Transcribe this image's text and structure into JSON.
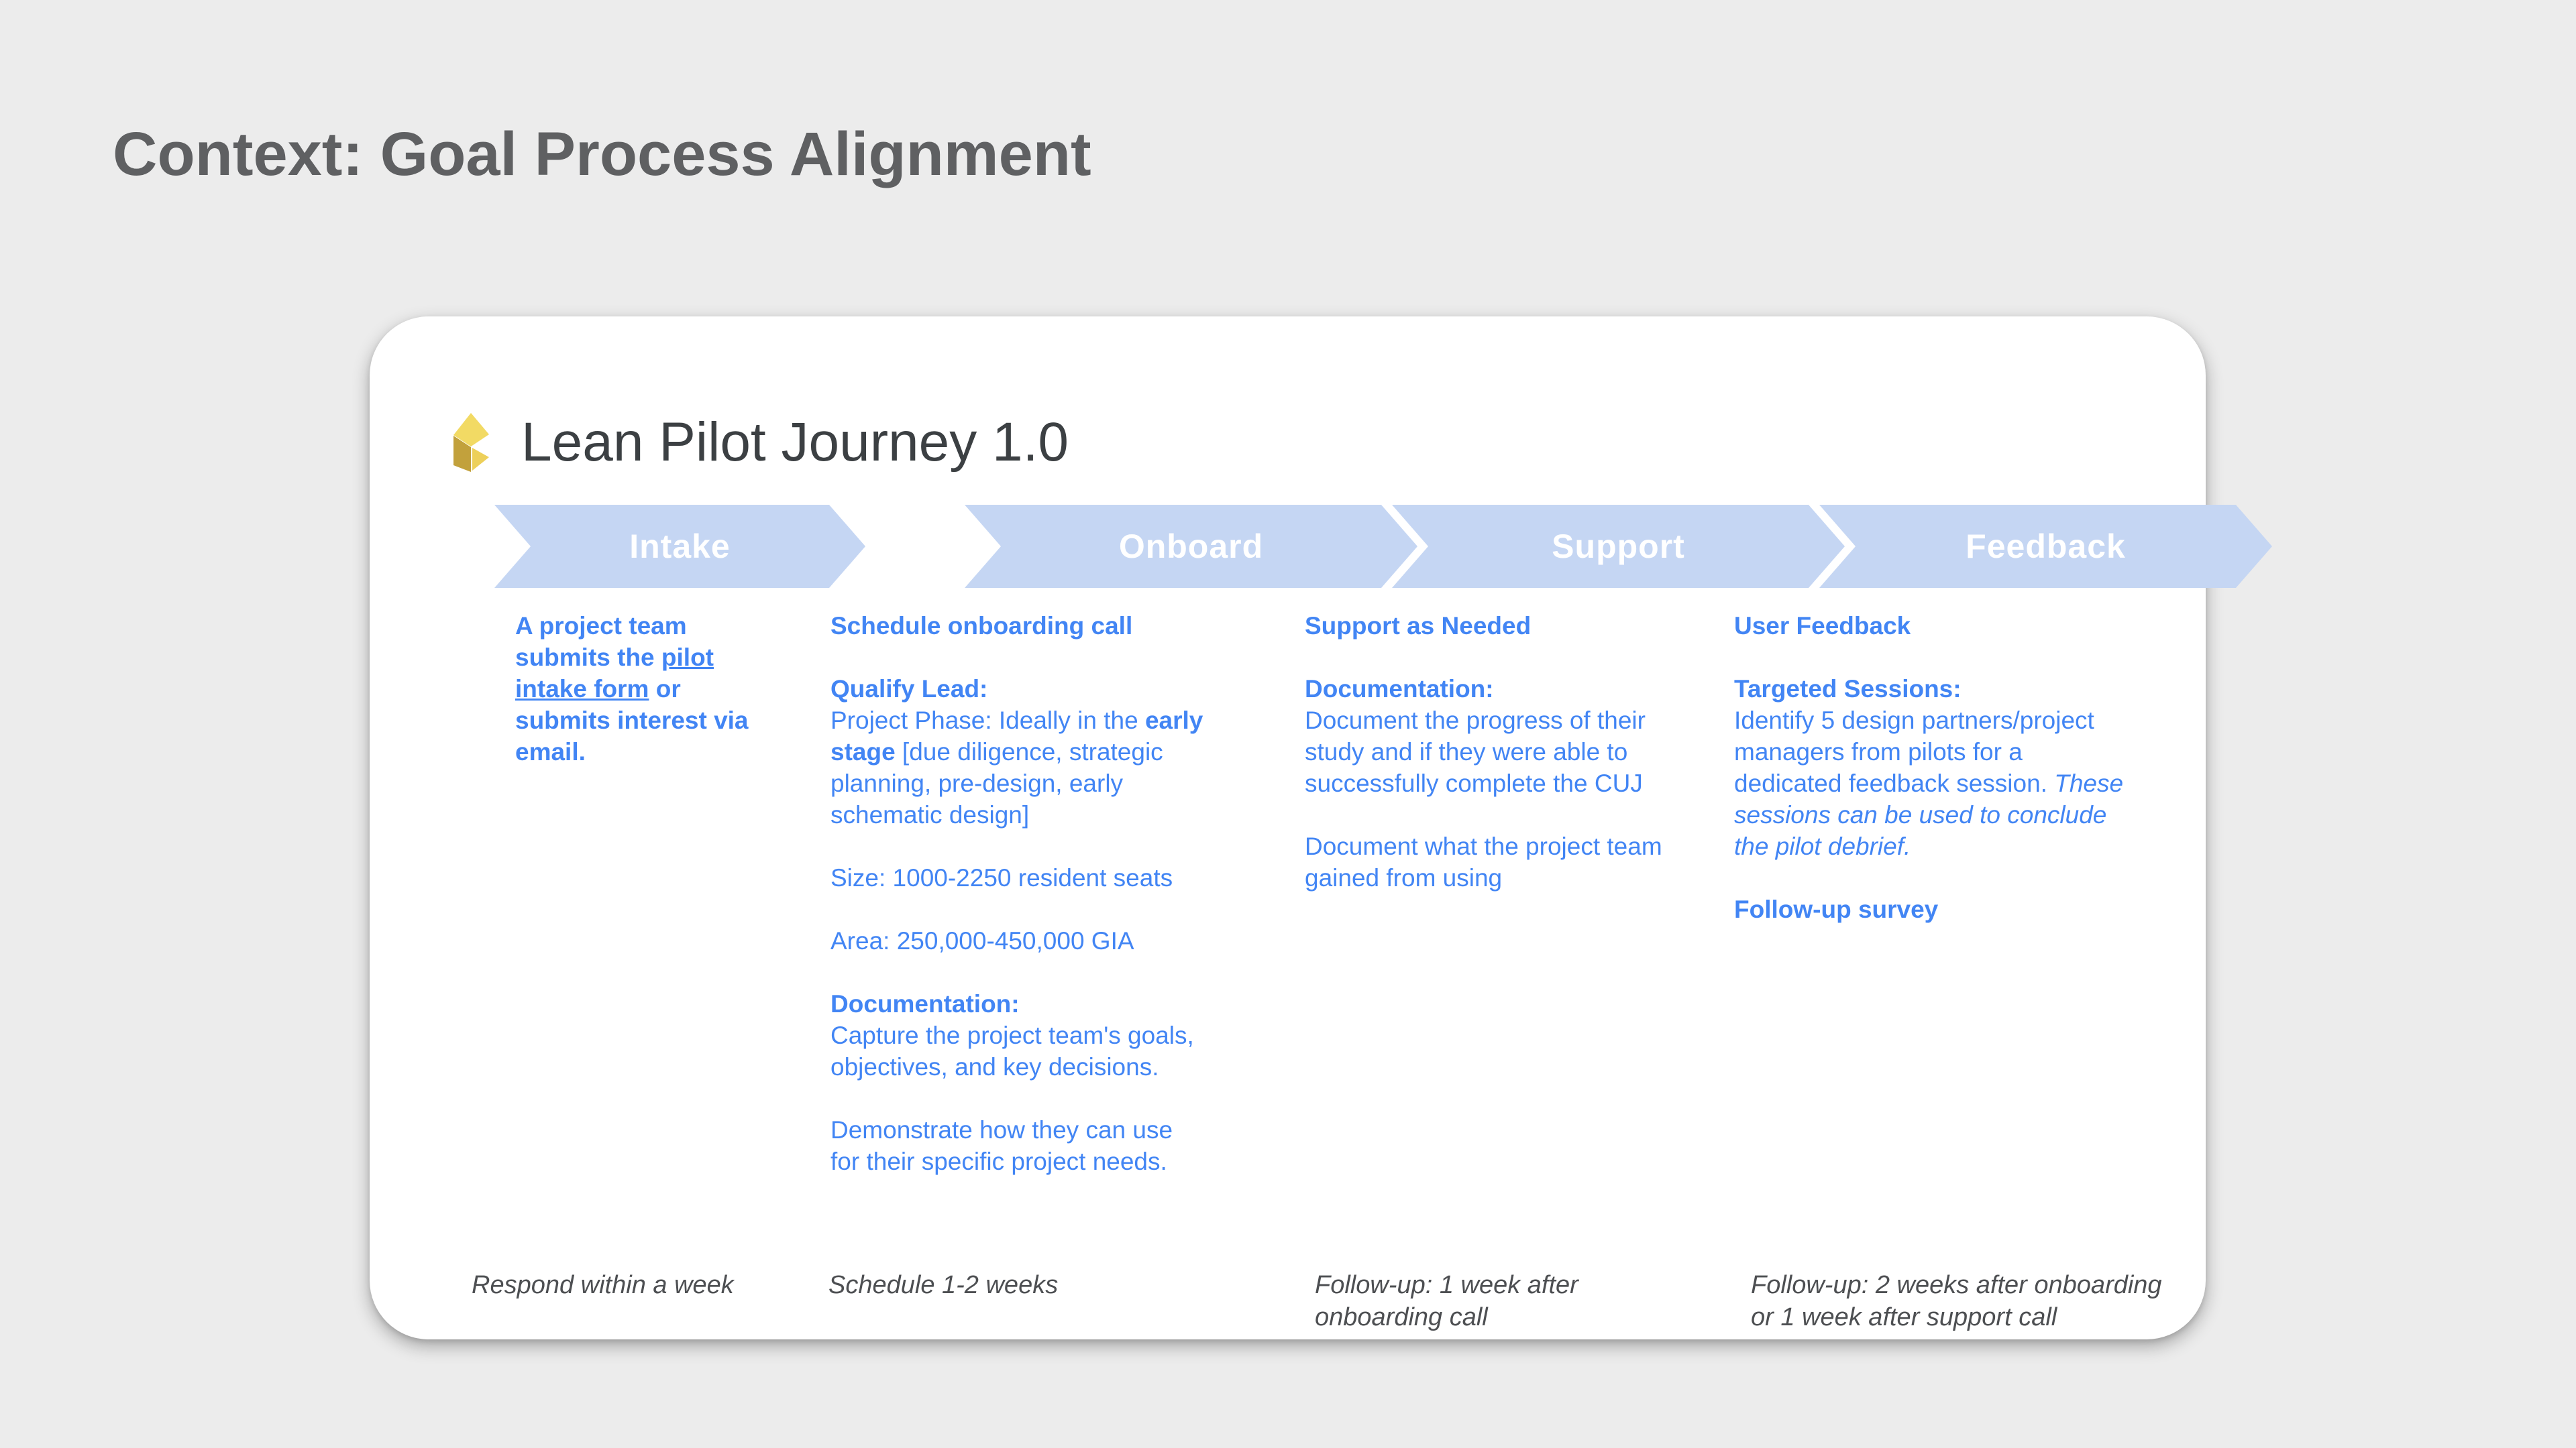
{
  "page_title": "Context: Goal Process Alignment",
  "card": {
    "title": "Lean Pilot Journey 1.0",
    "logo_icon": "yellow-cube-logo",
    "logo_colors": {
      "top": "#F2DA64",
      "left": "#C2A13C",
      "wedge": "#EDD05A"
    }
  },
  "colors": {
    "background": "#ececec",
    "card_background": "#ffffff",
    "page_title_gray": "#5f6062",
    "chevron_fill": "#c5d6f3",
    "chevron_text": "#ffffff",
    "body_blue": "#4285f4",
    "footnote_gray": "#4d4f52"
  },
  "stages": [
    {
      "label": "Intake",
      "paragraphs": [
        {
          "segments": [
            {
              "text": "A project team\nsubmits the ",
              "bold": true
            },
            {
              "text": "pilot\nintake form",
              "bold": true,
              "underline": true,
              "link": true
            },
            {
              "text": " or\nsubmits interest via\nemail.",
              "bold": true
            }
          ]
        }
      ],
      "footnote": "Respond within a week"
    },
    {
      "label": "Onboard",
      "paragraphs": [
        {
          "segments": [
            {
              "text": "Schedule onboarding call",
              "bold": true
            }
          ]
        },
        {
          "segments": [
            {
              "text": "Qualify Lead:",
              "bold": true
            },
            {
              "text": "\nProject Phase: Ideally in the "
            },
            {
              "text": "early\nstage",
              "bold": true
            },
            {
              "text": " [due diligence, strategic\nplanning, pre-design, early\nschematic design]"
            }
          ]
        },
        {
          "segments": [
            {
              "text": "Size: 1000-2250 resident seats"
            }
          ]
        },
        {
          "segments": [
            {
              "text": "Area: 250,000-450,000 GIA"
            }
          ]
        },
        {
          "extra_space": true,
          "segments": [
            {
              "text": "Documentation:",
              "bold": true
            },
            {
              "text": "\nCapture the project team's goals,\nobjectives, and key decisions."
            }
          ]
        },
        {
          "segments": [
            {
              "text": "Demonstrate how they can use\nfor their specific project needs."
            }
          ]
        }
      ],
      "footnote": "Schedule 1-2 weeks"
    },
    {
      "label": "Support",
      "paragraphs": [
        {
          "segments": [
            {
              "text": "Support as Needed",
              "bold": true
            }
          ]
        },
        {
          "segments": [
            {
              "text": "Documentation:",
              "bold": true
            },
            {
              "text": "\nDocument the progress of their\nstudy and if they were able to\nsuccessfully complete the CUJ"
            }
          ]
        },
        {
          "segments": [
            {
              "text": "Document what the project team\ngained from using"
            }
          ]
        }
      ],
      "footnote": "Follow-up: 1 week after\nonboarding call"
    },
    {
      "label": "Feedback",
      "paragraphs": [
        {
          "segments": [
            {
              "text": "User Feedback",
              "bold": true
            }
          ]
        },
        {
          "segments": [
            {
              "text": "Targeted Sessions:",
              "bold": true
            },
            {
              "text": "\nIdentify 5 design partners/project\nmanagers from pilots for a\ndedicated feedback session. "
            },
            {
              "text": "These\nsessions can be used to conclude\nthe pilot debrief.",
              "italic": true
            }
          ]
        },
        {
          "segments": [
            {
              "text": "Follow-up survey",
              "bold": true
            }
          ]
        }
      ],
      "footnote": "Follow-up: 2 weeks after onboarding\nor 1 week after support call"
    }
  ]
}
